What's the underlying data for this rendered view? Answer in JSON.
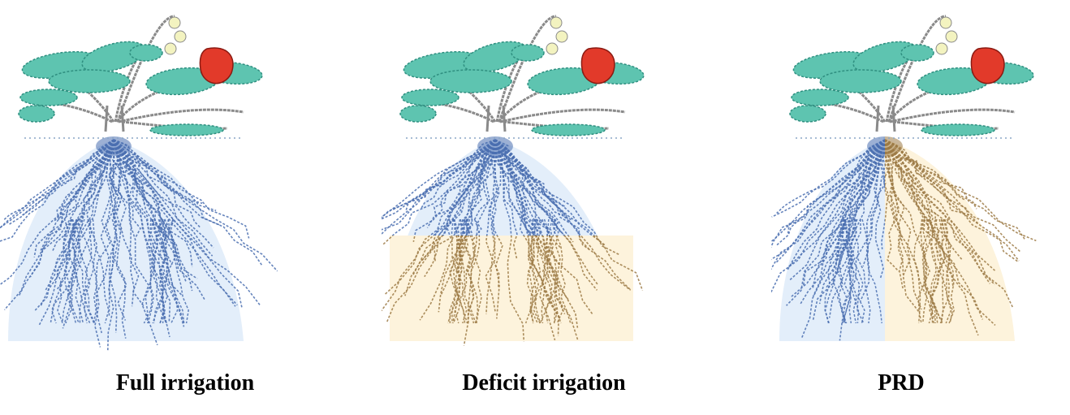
{
  "panels": [
    {
      "caption": "Full irrigation",
      "root_zones": {
        "left": "wet",
        "right": "wet",
        "lower": "wet"
      }
    },
    {
      "caption": "Deficit irrigation",
      "root_zones": {
        "left": "wet",
        "right": "wet",
        "lower": "dry"
      }
    },
    {
      "caption": "PRD",
      "root_zones": {
        "left": "wet",
        "right": "dry",
        "lower": "split"
      }
    }
  ],
  "colors": {
    "leaf": "#5ec4b0",
    "leaf_stroke": "#2f8f80",
    "stem": "#8a8a8a",
    "fruit": "#e23a2a",
    "wet_root": "#4a6fb0",
    "wet_soil": "#e3eefa",
    "dry_root": "#9c7a45",
    "dry_soil": "#fdf3dc",
    "flower": "#f3f3c0"
  }
}
